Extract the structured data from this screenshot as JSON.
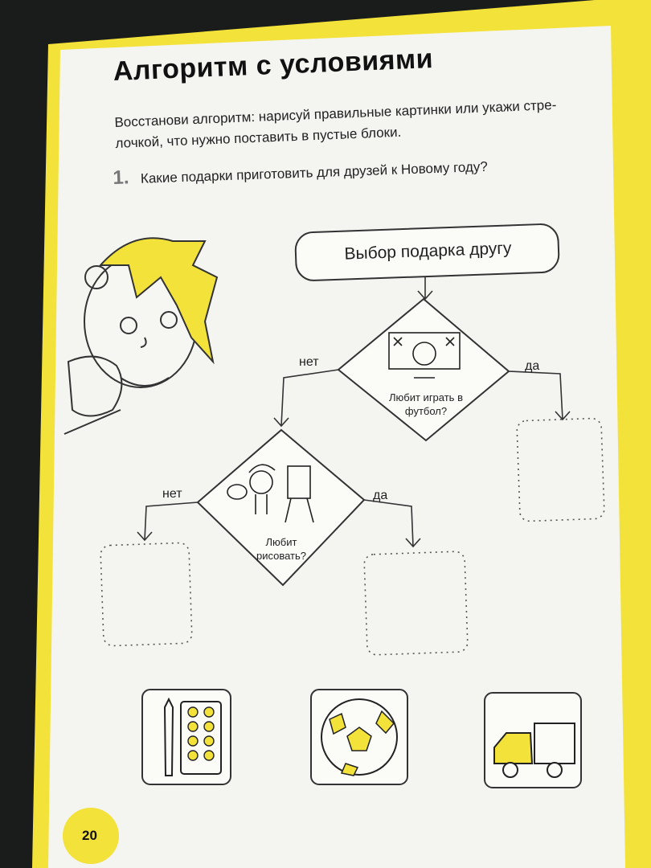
{
  "page": {
    "title": "Алгоритм с условиями",
    "subtitle": "Восстанови алгоритм: нарисуй правильные картинки или укажи стре-лочкой, что нужно поставить в пустые блоки.",
    "question_number": "1.",
    "question_text": "Какие подарки приготовить для друзей к Новому году?",
    "page_number": "20"
  },
  "flowchart": {
    "start": "Выбор подарка другу",
    "decision1": "Любит играть в футбол?",
    "decision1_no": "нет",
    "decision1_yes": "да",
    "decision2": "Любит рисовать?",
    "decision2_no": "нет",
    "decision2_yes": "да"
  },
  "options": [
    "paint-palette-icon",
    "soccer-ball-icon",
    "toy-truck-icon"
  ],
  "colors": {
    "accent": "#f3e23a",
    "ink": "#222222",
    "paper": "#f4f4f1"
  }
}
